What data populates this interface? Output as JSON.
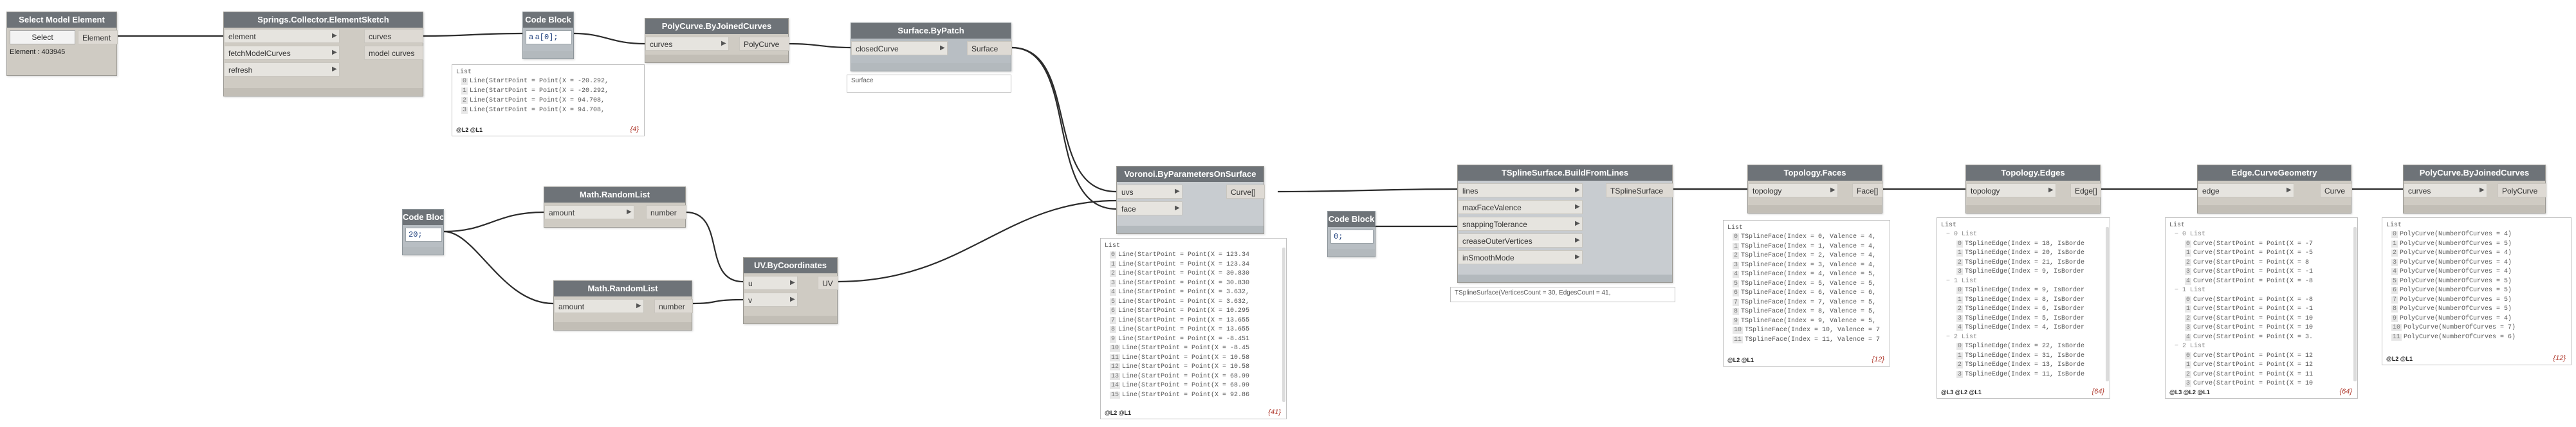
{
  "select_model_element": {
    "title": "Select Model Element",
    "button": "Select",
    "output": "Element",
    "info": "Element : 403945"
  },
  "element_sketch": {
    "title": "Springs.Collector.ElementSketch",
    "inputs": [
      "element",
      "fetchModelCurves",
      "refresh"
    ],
    "outputs": [
      "curves",
      "model curves"
    ]
  },
  "code_block_1": {
    "title": "Code Block",
    "code": "a a[0];"
  },
  "polycurve_1": {
    "title": "PolyCurve.ByJoinedCurves",
    "input": "curves",
    "output": "PolyCurve"
  },
  "preview_1": {
    "header": "List",
    "lines": [
      "Line(StartPoint = Point(X = -20.292,",
      "Line(StartPoint = Point(X = -20.292,",
      "Line(StartPoint = Point(X = 94.708,",
      "Line(StartPoint = Point(X = 94.708,"
    ],
    "indices": [
      "0",
      "1",
      "2",
      "3"
    ],
    "level": "@L2 @L1",
    "count": "{4}"
  },
  "surface_bypatch": {
    "title": "Surface.ByPatch",
    "input": "closedCurve",
    "output": "Surface",
    "preview": "Surface"
  },
  "math_random_1": {
    "title": "Math.RandomList",
    "input": "amount",
    "output": "number"
  },
  "code_block_2": {
    "title": "Code Block",
    "code": "20;"
  },
  "math_random_2": {
    "title": "Math.RandomList",
    "input": "amount",
    "output": "number"
  },
  "uv_bycoords": {
    "title": "UV.ByCoordinates",
    "inputs": [
      "u",
      "v"
    ],
    "output": "UV"
  },
  "voronoi": {
    "title": "Voronoi.ByParametersOnSurface",
    "inputs": [
      "uvs",
      "face"
    ],
    "output": "Curve[]"
  },
  "preview_voronoi": {
    "header": "List",
    "indices": [
      "0",
      "1",
      "2",
      "3",
      "4",
      "5",
      "6",
      "7",
      "8",
      "9",
      "10",
      "11",
      "12",
      "13",
      "14",
      "15"
    ],
    "lines": [
      "Line(StartPoint = Point(X = 123.34",
      "Line(StartPoint = Point(X = 123.34",
      "Line(StartPoint = Point(X = 30.830",
      "Line(StartPoint = Point(X = 30.830",
      "Line(StartPoint = Point(X = 3.632,",
      "Line(StartPoint = Point(X = 3.632,",
      "Line(StartPoint = Point(X = 10.295",
      "Line(StartPoint = Point(X = 13.655",
      "Line(StartPoint = Point(X = 13.655",
      "Line(StartPoint = Point(X = -8.451",
      "Line(StartPoint = Point(X = -8.45",
      "Line(StartPoint = Point(X = 10.58",
      "Line(StartPoint = Point(X = 10.58",
      "Line(StartPoint = Point(X = 68.99",
      "Line(StartPoint = Point(X = 68.99",
      "Line(StartPoint = Point(X = 92.86"
    ],
    "level": "@L2 @L1",
    "count": "{41}"
  },
  "code_block_3": {
    "title": "Code Block",
    "code": "0;"
  },
  "tspline": {
    "title": "TSplineSurface.BuildFromLines",
    "inputs": [
      "lines",
      "maxFaceValence",
      "snappingTolerance",
      "creaseOuterVertices",
      "inSmoothMode"
    ],
    "output": "TSplineSurface",
    "info": "TSplineSurface(VerticesCount = 30, EdgesCount = 41,"
  },
  "topology_faces": {
    "title": "Topology.Faces",
    "input": "topology",
    "output": "Face[]"
  },
  "preview_faces": {
    "header": "List",
    "indices": [
      "0",
      "1",
      "2",
      "3",
      "4",
      "5",
      "6",
      "7",
      "8",
      "9",
      "10",
      "11"
    ],
    "lines": [
      "TSplineFace(Index = 0, Valence = 4,",
      "TSplineFace(Index = 1, Valence = 4,",
      "TSplineFace(Index = 2, Valence = 4,",
      "TSplineFace(Index = 3, Valence = 4,",
      "TSplineFace(Index = 4, Valence = 5,",
      "TSplineFace(Index = 5, Valence = 5,",
      "TSplineFace(Index = 6, Valence = 6,",
      "TSplineFace(Index = 7, Valence = 5,",
      "TSplineFace(Index = 8, Valence = 5,",
      "TSplineFace(Index = 9, Valence = 5,",
      "TSplineFace(Index = 10, Valence = 7",
      "TSplineFace(Index = 11, Valence = 7"
    ],
    "level": "@L2 @L1",
    "count": "{12}"
  },
  "topology_edges": {
    "title": "Topology.Edges",
    "input": "topology",
    "output": "Edge[]"
  },
  "preview_edges": {
    "header": "List",
    "groups": [
      {
        "label": "0 List",
        "indices": [
          "0",
          "1",
          "2",
          "3"
        ],
        "lines": [
          "TSplineEdge(Index = 18, IsBorde",
          "TSplineEdge(Index = 20, IsBorde",
          "TSplineEdge(Index = 21, IsBorde",
          "TSplineEdge(Index = 9, IsBorder"
        ]
      },
      {
        "label": "1 List",
        "indices": [
          "0",
          "1",
          "2",
          "3",
          "4"
        ],
        "lines": [
          "TSplineEdge(Index = 9, IsBorder",
          "TSplineEdge(Index = 8, IsBorder",
          "TSplineEdge(Index = 6, IsBorder",
          "TSplineEdge(Index = 5, IsBorder",
          "TSplineEdge(Index = 4, IsBorder"
        ]
      },
      {
        "label": "2 List",
        "indices": [
          "0",
          "1",
          "2",
          "3"
        ],
        "lines": [
          "TSplineEdge(Index = 22, IsBorde",
          "TSplineEdge(Index = 31, IsBorde",
          "TSplineEdge(Index = 13, IsBorde",
          "TSplineEdge(Index = 11, IsBorde"
        ]
      }
    ],
    "level": "@L3 @L2 @L1",
    "count": "{64}"
  },
  "edge_curvegeometry": {
    "title": "Edge.CurveGeometry",
    "input": "edge",
    "output": "Curve"
  },
  "preview_curves": {
    "header": "List",
    "groups": [
      {
        "label": "0 List",
        "indices": [
          "0",
          "1",
          "2",
          "3",
          "4"
        ],
        "lines": [
          "Curve(StartPoint = Point(X = -7",
          "Curve(StartPoint = Point(X = -5",
          "Curve(StartPoint = Point(X = 8",
          "Curve(StartPoint = Point(X = -1",
          "Curve(StartPoint = Point(X = -8"
        ]
      },
      {
        "label": "1 List",
        "indices": [
          "0",
          "1",
          "2",
          "3",
          "4"
        ],
        "lines": [
          "Curve(StartPoint = Point(X = -8",
          "Curve(StartPoint = Point(X = -1",
          "Curve(StartPoint = Point(X = 10",
          "Curve(StartPoint = Point(X = 10",
          "Curve(StartPoint = Point(X = 3."
        ]
      },
      {
        "label": "2 List",
        "indices": [
          "0",
          "1",
          "2",
          "3"
        ],
        "lines": [
          "Curve(StartPoint = Point(X = 12",
          "Curve(StartPoint = Point(X = 12",
          "Curve(StartPoint = Point(X = 11",
          "Curve(StartPoint = Point(X = 10"
        ]
      }
    ],
    "level": "@L3 @L2 @L1",
    "count": "{64}"
  },
  "polycurve_2": {
    "title": "PolyCurve.ByJoinedCurves",
    "input": "curves",
    "output": "PolyCurve"
  },
  "preview_polycurve": {
    "header": "List",
    "indices": [
      "0",
      "1",
      "2",
      "3",
      "4",
      "5",
      "6",
      "7",
      "8",
      "9",
      "10",
      "11"
    ],
    "lines": [
      "PolyCurve(NumberOfCurves = 4)",
      "PolyCurve(NumberOfCurves = 5)",
      "PolyCurve(NumberOfCurves = 4)",
      "PolyCurve(NumberOfCurves = 4)",
      "PolyCurve(NumberOfCurves = 4)",
      "PolyCurve(NumberOfCurves = 5)",
      "PolyCurve(NumberOfCurves = 5)",
      "PolyCurve(NumberOfCurves = 5)",
      "PolyCurve(NumberOfCurves = 5)",
      "PolyCurve(NumberOfCurves = 4)",
      "PolyCurve(NumberOfCurves = 7)",
      "PolyCurve(NumberOfCurves = 6)"
    ],
    "level": "@L2 @L1",
    "count": "{12}"
  },
  "colors": {
    "wire": "#2b2b2b",
    "header": "#6e7378",
    "node": "#cfcbc3"
  },
  "icons": {
    "port_arrow": "chevron-right-icon",
    "foot": "preview-toggle-icon"
  }
}
